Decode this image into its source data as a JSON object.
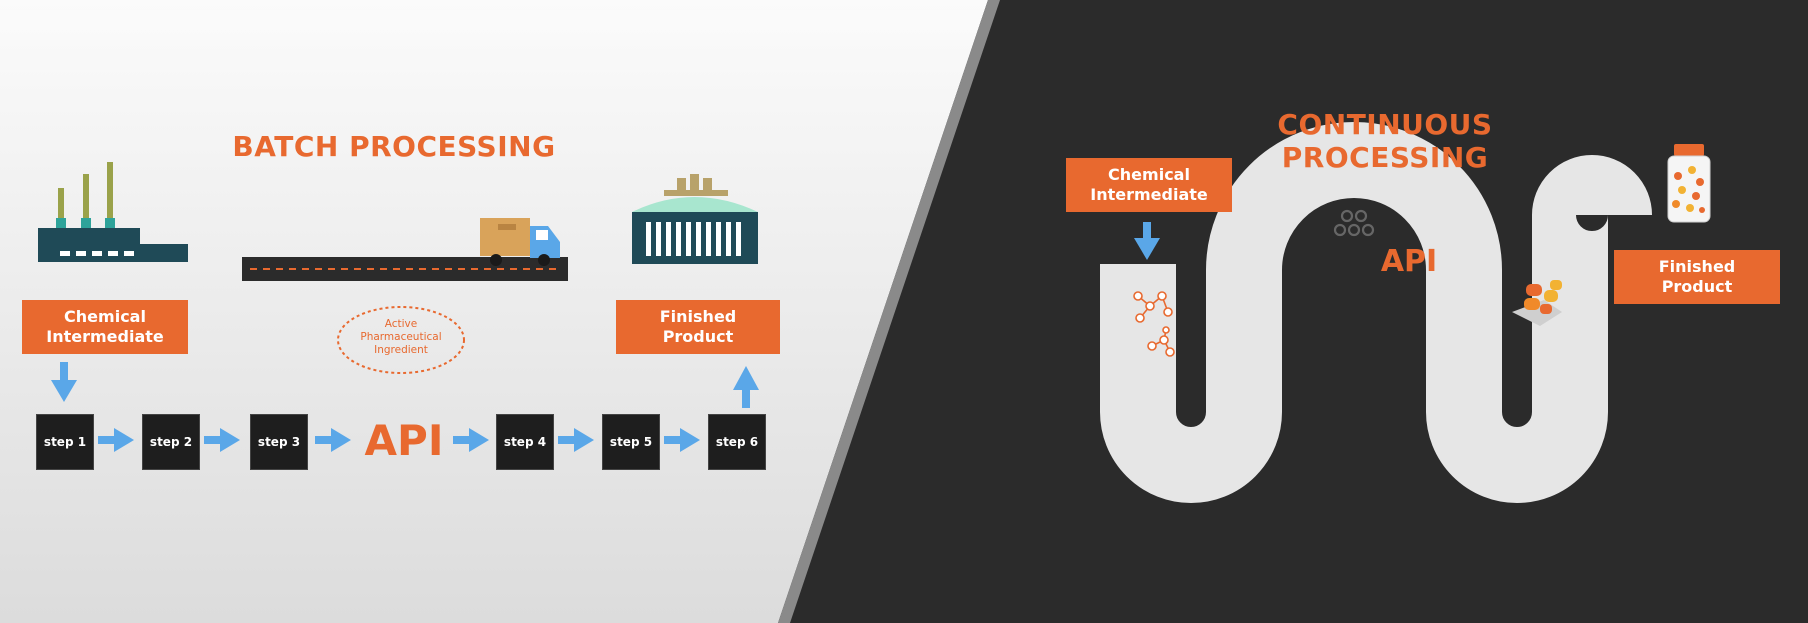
{
  "batch": {
    "title": "BATCH PROCESSING",
    "input_label": "Chemical\nIntermediate",
    "output_label": "Finished\nProduct",
    "api_note": "Active\nPharmaceutical\nIngredient",
    "api_label": "API",
    "steps": [
      "step 1",
      "step 2",
      "step 3",
      "step 4",
      "step 5",
      "step 6"
    ]
  },
  "continuous": {
    "title": "CONTINUOUS\nPROCESSING",
    "input_label": "Chemical\nIntermediate",
    "output_label": "Finished\nProduct",
    "api_label": "API"
  },
  "colors": {
    "accent": "#e8692f",
    "arrow": "#5aa7e8",
    "dark_bg": "#2b2b2b",
    "light_bg": "#f3f3f3",
    "teal": "#1f4a57"
  },
  "icons": [
    "factory-icon",
    "truck-icon",
    "warehouse-icon",
    "molecule-icon",
    "pill-bottle-icon",
    "pills-icon"
  ]
}
